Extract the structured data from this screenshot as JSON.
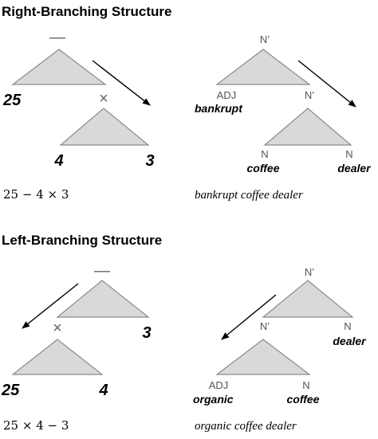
{
  "right": {
    "title": "Right-Branching Structure",
    "math": {
      "top_op": "—",
      "inner_op": "×",
      "leaf_a": "25",
      "leaf_b": "4",
      "leaf_c": "3",
      "caption": "25 − 4 × 3"
    },
    "lang": {
      "top_node": "N’",
      "adj_cat": "ADJ",
      "adj_word": "bankrupt",
      "inner_node": "N’",
      "n1_cat": "N",
      "n1_word": "coffee",
      "n2_cat": "N",
      "n2_word": "dealer",
      "caption": "bankrupt coffee dealer"
    }
  },
  "left": {
    "title": "Left-Branching Structure",
    "math": {
      "top_op": "—",
      "inner_op": "×",
      "leaf_a": "25",
      "leaf_b": "4",
      "leaf_c": "3",
      "caption": "25 × 4 − 3"
    },
    "lang": {
      "top_node": "N’",
      "inner_node": "N’",
      "n_right_cat": "N",
      "n_right_word": "dealer",
      "adj_cat": "ADJ",
      "adj_word": "organic",
      "n_inner_cat": "N",
      "n_inner_word": "coffee",
      "caption": "organic coffee dealer"
    }
  }
}
